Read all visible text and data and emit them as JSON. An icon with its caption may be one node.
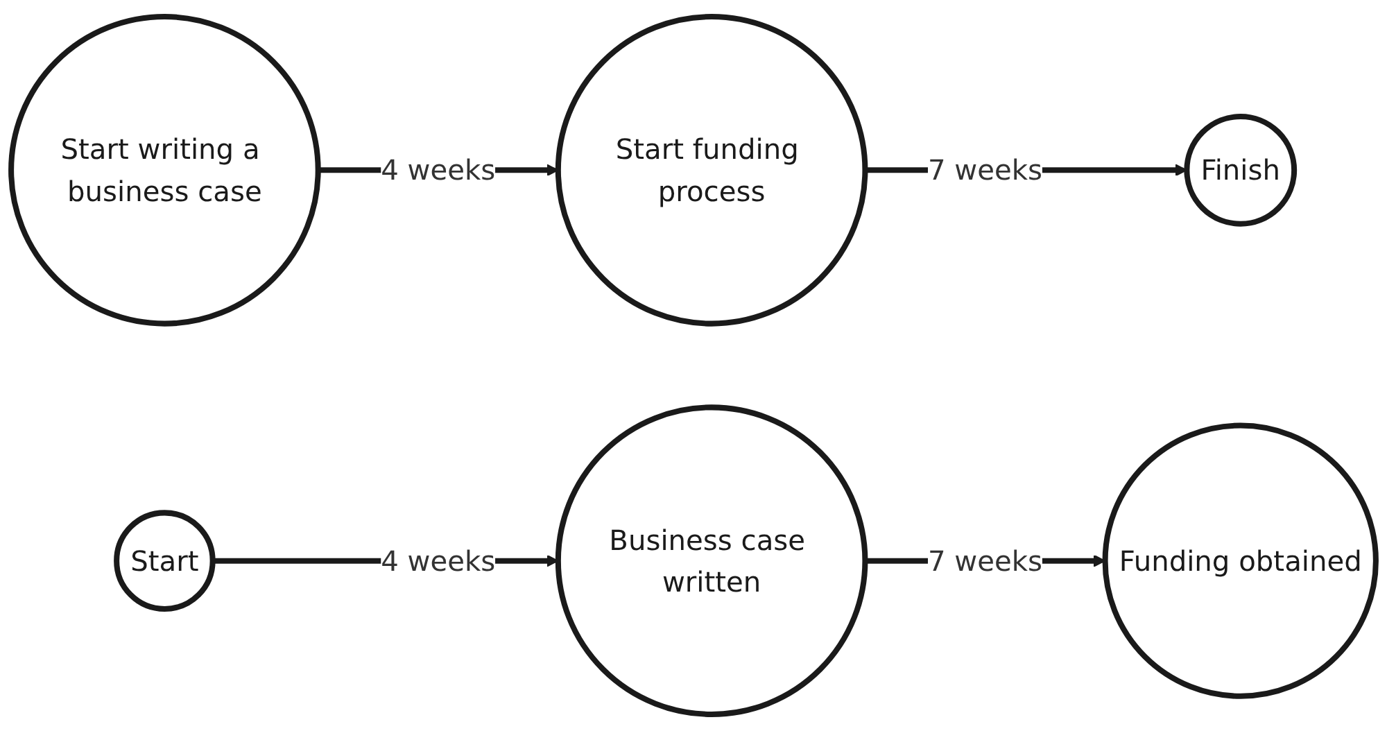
{
  "diagram": {
    "nodes": [
      {
        "text": [
          "Start writing a business case"
        ]
      },
      {
        "text": [
          "Start funding process"
        ]
      },
      {
        "text": [
          "Finish"
        ]
      },
      {
        "text": [
          "Start"
        ]
      },
      {
        "text": [
          "Business case written"
        ]
      },
      {
        "text": [
          "Funding obtained"
        ]
      }
    ],
    "edges": [
      {
        "from": 0,
        "to": 1,
        "arrow": "to",
        "label": "4 weeks"
      },
      {
        "from": 1,
        "to": 2,
        "arrow": "to",
        "label": "7 weeks"
      },
      {
        "from": 3,
        "to": 4,
        "arrow": "to",
        "label": "4 weeks"
      },
      {
        "from": 4,
        "to": 5,
        "arrow": "to",
        "label": "7 weeks"
      }
    ]
  }
}
